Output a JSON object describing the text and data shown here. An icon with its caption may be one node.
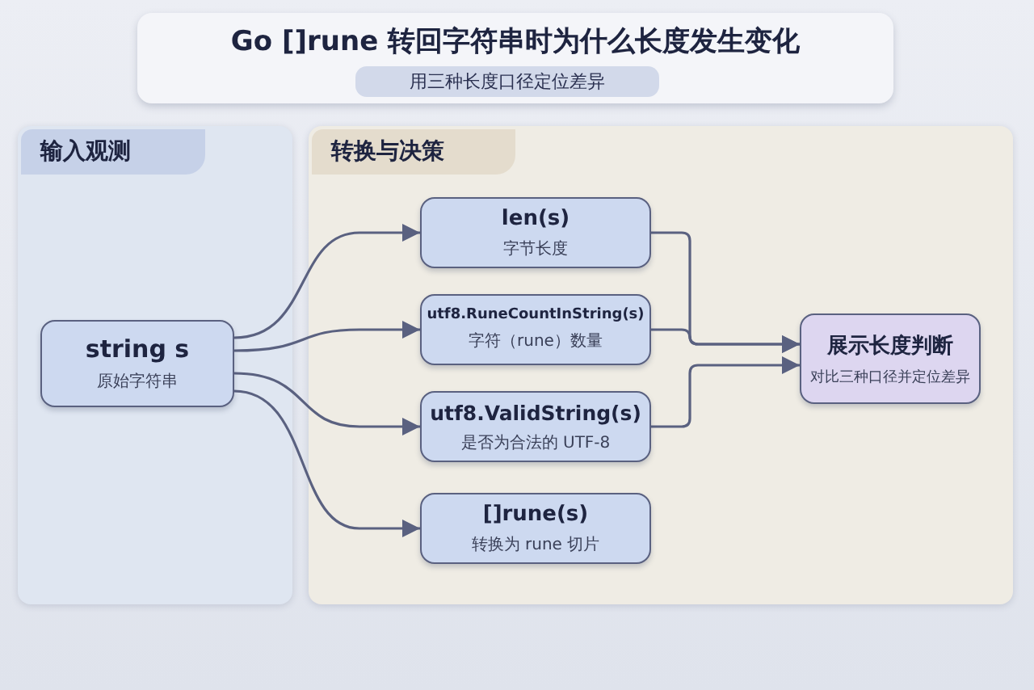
{
  "diagram": {
    "title": "Go []rune 转回字符串时为什么长度发生变化",
    "nodes": [
      {
        "text": [
          "输入观测"
        ]
      },
      {
        "text": [
          "转换与决策"
        ]
      },
      {
        "text": [
          "string s",
          "原始字符串"
        ],
        "in": 0
      },
      {
        "text": [
          "len(s)",
          "字节长度"
        ],
        "in": 1
      },
      {
        "text": [
          "utf8.RuneCountInString(s)",
          "字符（rune）数量"
        ],
        "in": 1
      },
      {
        "text": [
          "utf8.ValidString(s)",
          "是否为合法的 UTF-8"
        ],
        "in": 1
      },
      {
        "text": [
          "[]rune(s)",
          "转换为 rune 切片"
        ],
        "in": 1
      },
      {
        "text": [
          "展示长度判断",
          "对比三种口径并定位差异"
        ],
        "in": 1
      }
    ],
    "edges": [
      {
        "from": 2,
        "to": 3,
        "arrow": "to"
      },
      {
        "from": 2,
        "to": 4,
        "arrow": "to"
      },
      {
        "from": 2,
        "to": 5,
        "arrow": "to"
      },
      {
        "from": 2,
        "to": 6,
        "arrow": "to"
      },
      {
        "from": 3,
        "to": 7,
        "arrow": "to"
      },
      {
        "from": 4,
        "to": 7,
        "arrow": "to"
      },
      {
        "from": 5,
        "to": 7,
        "arrow": "to"
      }
    ],
    "labels": [
      "用三种长度口径定位差异"
    ]
  }
}
